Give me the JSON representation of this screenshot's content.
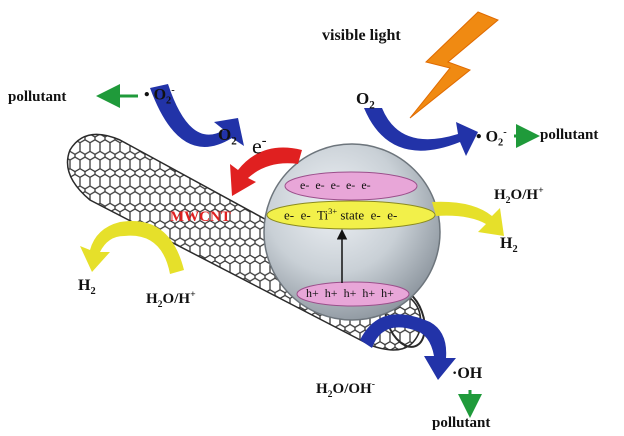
{
  "labels": {
    "visible_light": "visible light",
    "pollutant_left": "pollutant",
    "superoxide_left": "• O",
    "superoxide_left_sub": "2",
    "superoxide_left_sup": "-",
    "o2_left": "O",
    "o2_left_sub": "2",
    "electron": "e",
    "electron_sup": "-",
    "o2_right": "O",
    "o2_right_sub": "2",
    "superoxide_right": "• O",
    "superoxide_right_sub": "2",
    "superoxide_right_sup": "-",
    "pollutant_right": "pollutant",
    "mwcnt": "MWCNT",
    "h2o_h_right": "H",
    "h2o_h_right_sub": "2",
    "h2o_h_right_tail": "O/H",
    "h2o_h_right_sup": "+",
    "h2_right": "H",
    "h2_right_sub": "2",
    "h2_left": "H",
    "h2_left_sub": "2",
    "h2o_h_left": "H",
    "h2o_h_left_sub": "2",
    "h2o_h_left_tail": "O/H",
    "h2o_h_left_sup": "+",
    "h2o_oh": "H",
    "h2o_oh_sub": "2",
    "h2o_oh_tail": "O/OH",
    "h2o_oh_sup": "-",
    "hydroxyl": "·OH",
    "pollutant_bottom": "pollutant"
  },
  "bands": {
    "conduction_electrons": [
      "e-",
      "e-",
      "e-",
      "e-",
      "e-"
    ],
    "ti_state_left": [
      "e-",
      "e-"
    ],
    "ti_state_label": "Ti",
    "ti_state_sup": "3+",
    "ti_state_word": " state",
    "ti_state_right": [
      "e-",
      "e-"
    ],
    "valence_holes": [
      "h+",
      "h+",
      "h+",
      "h+",
      "h+"
    ]
  },
  "colors": {
    "blue_arrow": "#2233a8",
    "red_arrow": "#e02020",
    "yellow_arrow": "#e6e02a",
    "green_arrow": "#1f9a3a",
    "lightning": "#f08a12",
    "mwcnt_text": "#e02020",
    "band_pink": "#e8a6d8",
    "band_yellow": "#f2f04a"
  }
}
